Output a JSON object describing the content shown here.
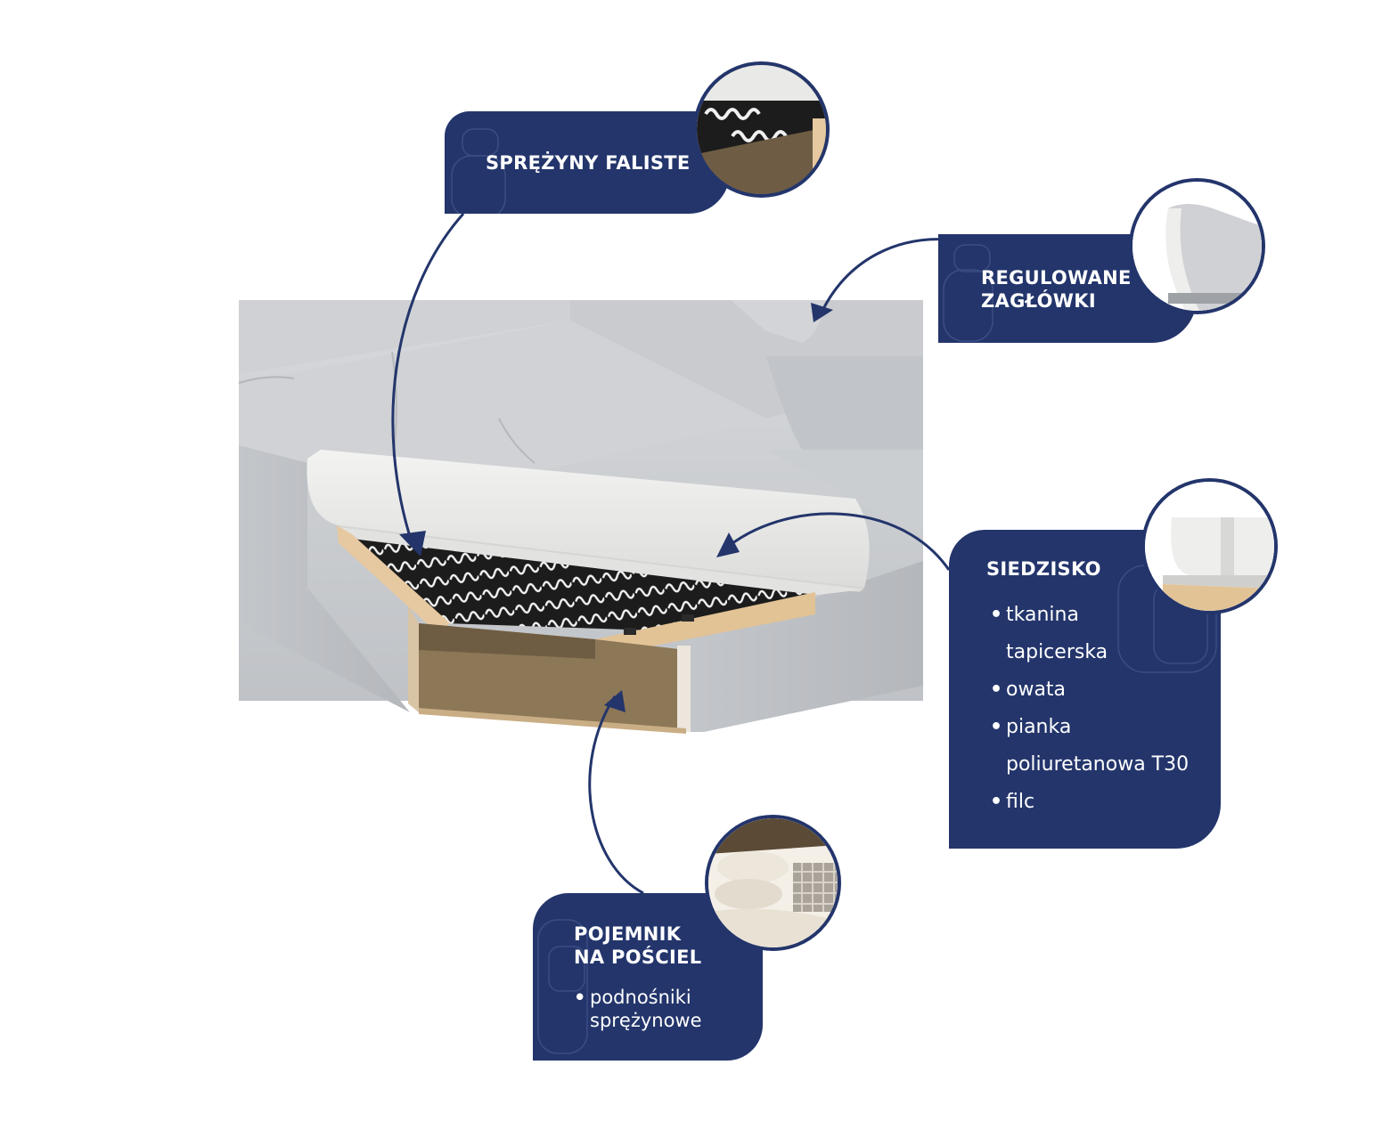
{
  "callouts": {
    "springs": {
      "title": "SPRĘŻYNY FALISTE"
    },
    "headrests": {
      "title_line1": "REGULOWANE",
      "title_line2": "ZAGŁÓWKI"
    },
    "seat": {
      "title": "SIEDZISKO",
      "bullets": [
        "tkanina",
        "tapicerska",
        "owata",
        "pianka",
        "poliuretanowa T30",
        "filc"
      ]
    },
    "storage": {
      "title_line1": "POJEMNIK",
      "title_line2": "NA POŚCIEL",
      "bullets": [
        "podnośniki",
        "sprężynowe"
      ]
    }
  },
  "colors": {
    "navy": "#23356b",
    "fabric": "#c9cbce",
    "wood": "#e6c9a0",
    "foam": "#eeeeec"
  },
  "icons": [
    "spring-closeup-icon",
    "headrest-closeup-icon",
    "seat-layers-icon",
    "bedding-storage-icon"
  ]
}
